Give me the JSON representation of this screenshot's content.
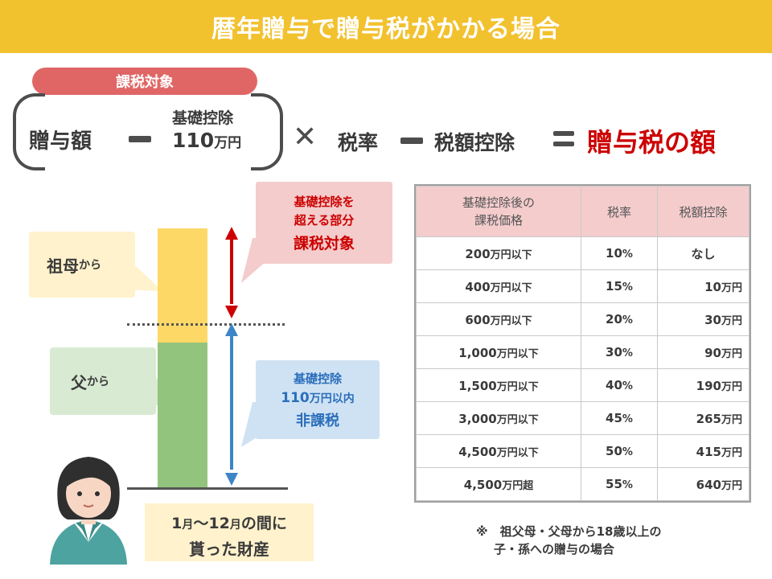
{
  "header": {
    "title": "暦年贈与で贈与税がかかる場合"
  },
  "formula": {
    "tag": "課税対象",
    "gift_amount": "贈与額",
    "basic_deduction_label": "基礎控除",
    "basic_deduction_value": "110",
    "basic_deduction_unit": "万円",
    "times": "✕",
    "tax_rate": "税率",
    "tax_deduction": "税額控除",
    "result": "贈与税の額",
    "colors": {
      "result": "#cc0000",
      "tag": "#e06666",
      "header": "#f2c12e"
    }
  },
  "diagram": {
    "grandmother_label": "祖母",
    "grandmother_suffix": "から",
    "father_label": "父",
    "father_suffix": "から",
    "taxable_note_1": "基礎控除を",
    "taxable_note_2": "超える部分",
    "taxable_note_3": "課税対象",
    "exempt_note_1": "基礎控除",
    "exempt_note_2a": "110",
    "exempt_note_2b": "万円",
    "exempt_note_2c": "以内",
    "exempt_note_3": "非課税",
    "property_line_1a": "1",
    "property_line_1b": "月",
    "property_line_1c": "～12",
    "property_line_1d": "月",
    "property_line_1e": "の間に",
    "property_line_2": "貰った財産"
  },
  "table": {
    "headers": [
      "基礎控除後の\n課税価格",
      "税率",
      "税額控除"
    ],
    "rows": [
      {
        "price": "200",
        "price_unit": "万円以下",
        "rate": "10",
        "rate_unit": "%",
        "deduction": "なし",
        "deduction_unit": ""
      },
      {
        "price": "400",
        "price_unit": "万円以下",
        "rate": "15",
        "rate_unit": "%",
        "deduction": "10",
        "deduction_unit": "万円"
      },
      {
        "price": "600",
        "price_unit": "万円以下",
        "rate": "20",
        "rate_unit": "%",
        "deduction": "30",
        "deduction_unit": "万円"
      },
      {
        "price": "1,000",
        "price_unit": "万円以下",
        "rate": "30",
        "rate_unit": "%",
        "deduction": "90",
        "deduction_unit": "万円"
      },
      {
        "price": "1,500",
        "price_unit": "万円以下",
        "rate": "40",
        "rate_unit": "%",
        "deduction": "190",
        "deduction_unit": "万円"
      },
      {
        "price": "3,000",
        "price_unit": "万円以下",
        "rate": "45",
        "rate_unit": "%",
        "deduction": "265",
        "deduction_unit": "万円"
      },
      {
        "price": "4,500",
        "price_unit": "万円以下",
        "rate": "50",
        "rate_unit": "%",
        "deduction": "415",
        "deduction_unit": "万円"
      },
      {
        "price": "4,500",
        "price_unit": "万円超",
        "rate": "55",
        "rate_unit": "%",
        "deduction": "640",
        "deduction_unit": "万円"
      }
    ]
  },
  "note": {
    "line1": "※　祖父母・父母から18歳以上の",
    "line2": "子・孫への贈与の場合"
  }
}
